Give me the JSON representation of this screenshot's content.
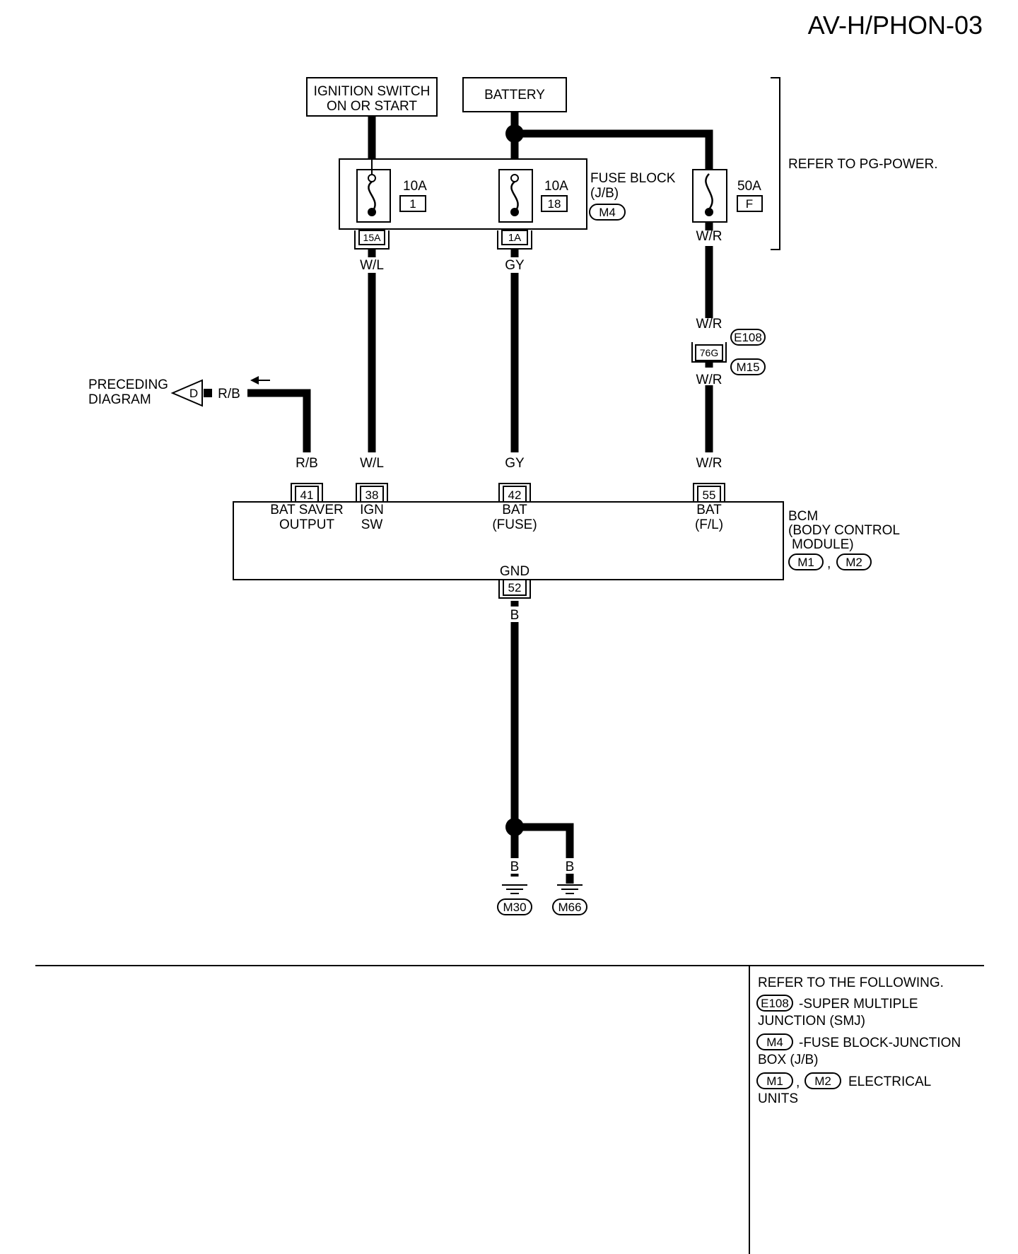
{
  "diagram_id": "AV-H/PHON-03",
  "power": {
    "ignition_line1": "IGNITION SWITCH",
    "ignition_line2": "ON OR START",
    "battery": "BATTERY",
    "refer_pg": "REFER TO PG-POWER."
  },
  "fuse_block": {
    "line1": "FUSE BLOCK",
    "line2": "(J/B)",
    "connector": "M4",
    "fuse1_amp": "10A",
    "fuse1_num": "1",
    "fuse2_amp": "10A",
    "fuse2_num": "18",
    "fuse3_amp": "50A",
    "fuse3_num": "F",
    "term1": "15A",
    "term2": "1A"
  },
  "wires": {
    "wl_a": "W/L",
    "gy_a": "GY",
    "wr_a": "W/R",
    "wr_b": "W/R",
    "wr_c": "W/R",
    "rb_a": "R/B",
    "rb_b": "R/B",
    "wl_b": "W/L",
    "gy_b": "GY",
    "wr_d": "W/R",
    "b_a": "B",
    "b_b": "B",
    "b_c": "B"
  },
  "joint": {
    "e108": "E108",
    "term": "76G",
    "m15": "M15"
  },
  "preceding": {
    "line1": "PRECEDING",
    "line2": "DIAGRAM",
    "letter": "D"
  },
  "bcm": {
    "pin41": "41",
    "pin38": "38",
    "pin42": "42",
    "pin55": "55",
    "pin52": "52",
    "l41a": "BAT SAVER",
    "l41b": "OUTPUT",
    "l38a": "IGN",
    "l38b": "SW",
    "l42a": "BAT",
    "l42b": "(FUSE)",
    "l55a": "BAT",
    "l55b": "(F/L)",
    "gnd": "GND",
    "name1": "BCM",
    "name2": "(BODY CONTROL",
    "name3": "MODULE)",
    "conn1": "M1",
    "conn2": "M2",
    "comma": ","
  },
  "ground": {
    "g1": "M30",
    "g2": "M66"
  },
  "legend": {
    "heading": "REFER TO THE FOLLOWING.",
    "e108": "E108",
    "e108_desc1": "-SUPER MULTIPLE",
    "e108_desc2": "JUNCTION (SMJ)",
    "m4": "M4",
    "m4_desc1": "-FUSE BLOCK-JUNCTION",
    "m4_desc2": "BOX (J/B)",
    "m1": "M1",
    "comma": ",",
    "m2": "M2",
    "m_desc1": "ELECTRICAL",
    "m_desc2": "UNITS"
  }
}
